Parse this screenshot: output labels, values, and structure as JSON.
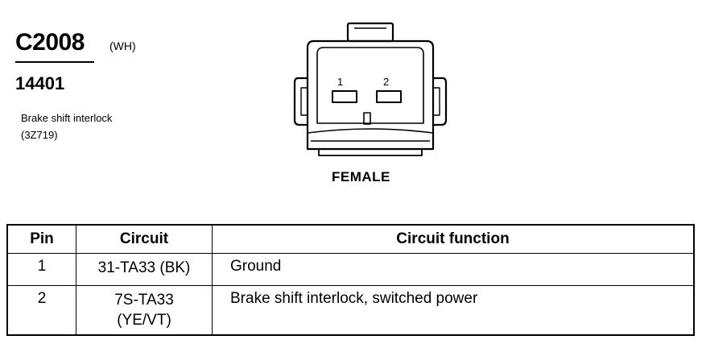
{
  "connector": {
    "id": "C2008",
    "color": "(WH)",
    "harness": "14401",
    "component_name": "Brake shift interlock",
    "component_part": "(3Z719)",
    "gender": "FEMALE",
    "pin_labels": [
      "1",
      "2"
    ]
  },
  "table": {
    "headers": {
      "pin": "Pin",
      "circuit": "Circuit",
      "function": "Circuit function"
    },
    "rows": [
      {
        "pin": "1",
        "circuit_line1": "31-TA33 (BK)",
        "circuit_line2": "",
        "function": "Ground"
      },
      {
        "pin": "2",
        "circuit_line1": "7S-TA33",
        "circuit_line2": "(YE/VT)",
        "function": "Brake shift interlock, switched power"
      }
    ]
  }
}
